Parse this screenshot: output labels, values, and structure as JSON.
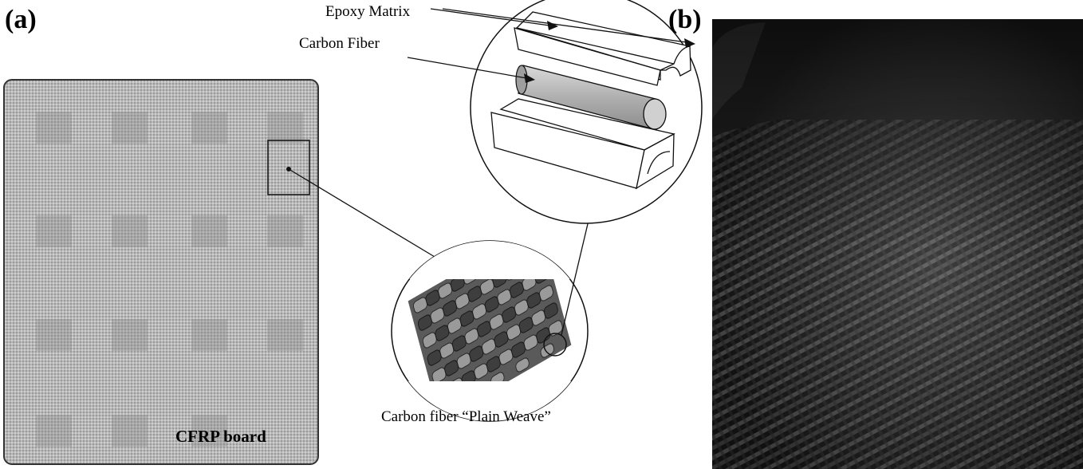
{
  "panel_a": {
    "label": "(a)",
    "board_label": "CFRP board",
    "callouts": {
      "epoxy_matrix": "Epoxy Matrix",
      "carbon_fiber": "Carbon Fiber",
      "weave_caption": "Carbon fiber “Plain Weave”"
    }
  },
  "panel_b": {
    "label": "(b)"
  },
  "colors": {
    "fiber_gray": "#bdbdbd",
    "board_gray": "#b4b4b4",
    "photo_dark": "#1a1a1a"
  }
}
